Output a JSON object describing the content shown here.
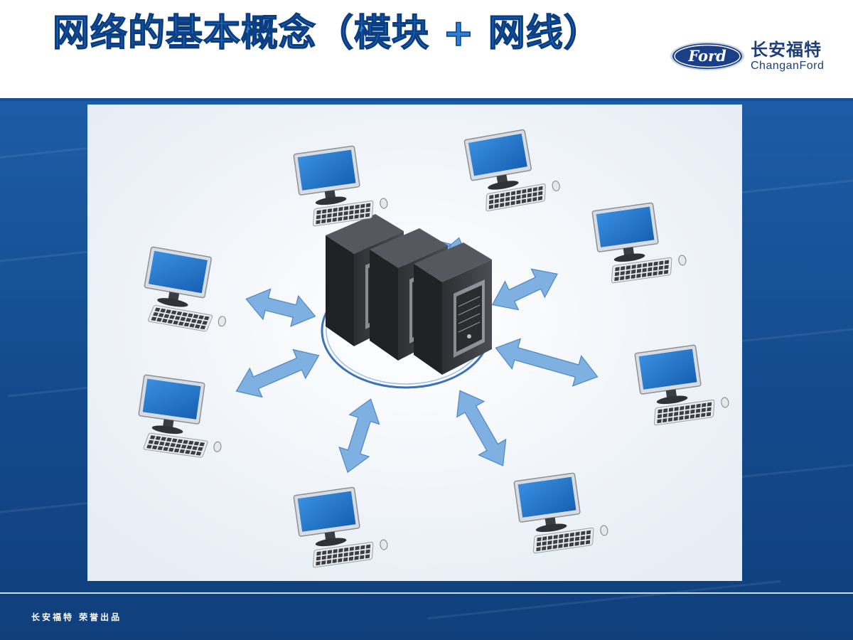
{
  "slide": {
    "title": "网络的基本概念（模块 + 网线）",
    "footer": "长安福特  荣誉出品"
  },
  "logo": {
    "ford_wordmark": "Ford",
    "brand_cn": "长安福特",
    "brand_en": "ChanganFord"
  },
  "figure": {
    "subject": "network-topology-illustration",
    "server_count": 3,
    "workstation_count": 8
  },
  "colors": {
    "title_fill": "#2b7fd4",
    "title_outline": "#0b3d82",
    "brand_navy": "#1c3f7a",
    "background_blue": "#134a8c",
    "monitor_screen": "#1f73c9",
    "arrow_blue": "#7fb0e2"
  }
}
